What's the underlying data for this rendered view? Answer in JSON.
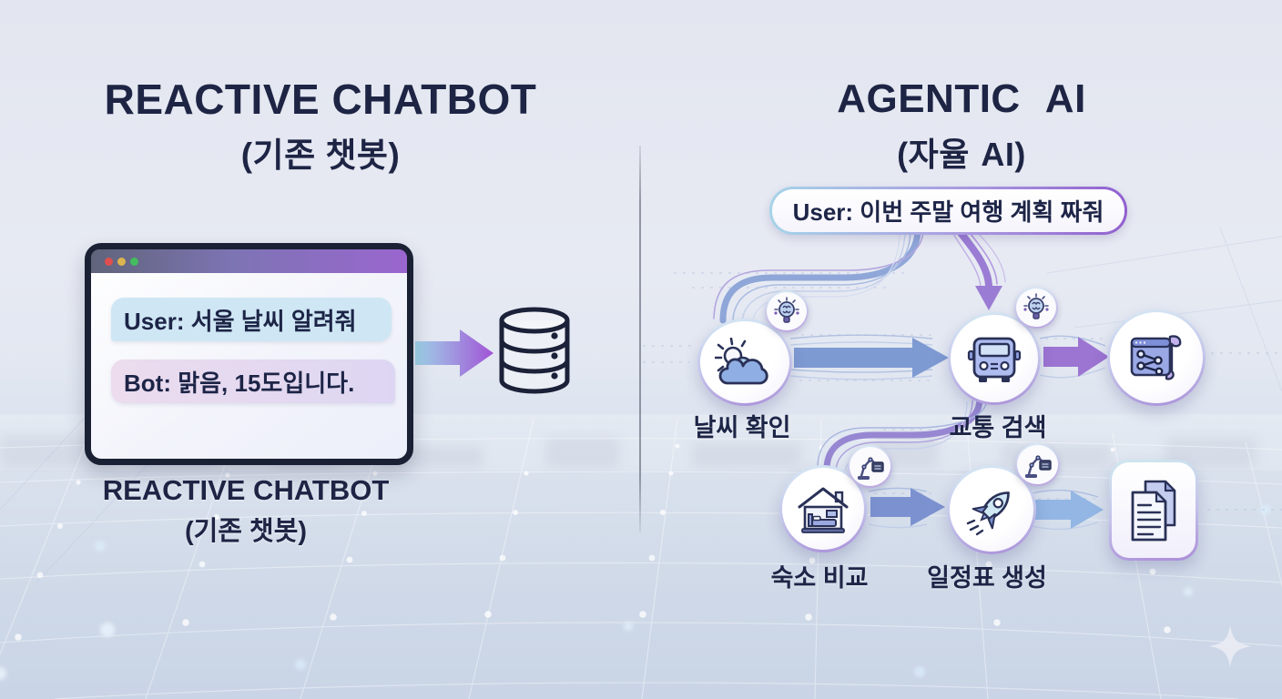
{
  "left_panel": {
    "title": "REACTIVE CHATBOT",
    "subtitle": "(기존 챗봇)",
    "chat_window": {
      "traffic_lights": [
        "red",
        "yellow",
        "green"
      ],
      "user_message": "User: 서울 날씨 알려줘",
      "bot_message": "Bot: 맑음, 15도입니다."
    },
    "caption": {
      "title": "REACTIVE CHATBOT",
      "subtitle": "(기존 챗봇)"
    },
    "database_icon": "database-icon",
    "arrow": {
      "direction": "right",
      "from": "chat-window",
      "to": "database"
    }
  },
  "right_panel": {
    "title": "AGENTIC AI",
    "subtitle": "(자율 AI)",
    "user_query": "User: 이번 주말 여행 계획 짜줘",
    "nodes": [
      {
        "id": "weather-check",
        "label": "날씨 확인",
        "icon": "sun-cloud-icon",
        "badge": "ai-bulb-icon"
      },
      {
        "id": "transport-search",
        "label": "교통 검색",
        "icon": "bus-icon",
        "badge": "ai-bulb-icon"
      },
      {
        "id": "route-map",
        "label": "",
        "icon": "route-map-icon",
        "badge": null
      },
      {
        "id": "lodging-compare",
        "label": "숙소 비교",
        "icon": "house-bed-icon",
        "badge": "robot-arm-icon"
      },
      {
        "id": "itinerary-create",
        "label": "일정표 생성",
        "icon": "rocket-icon",
        "badge": "robot-arm-icon"
      },
      {
        "id": "documents",
        "label": "",
        "icon": "documents-icon",
        "badge": null
      }
    ],
    "flows": [
      {
        "from": "user-query",
        "to": "weather-check"
      },
      {
        "from": "user-query",
        "to": "transport-search"
      },
      {
        "from": "weather-check",
        "to": "transport-search"
      },
      {
        "from": "transport-search",
        "to": "route-map"
      },
      {
        "from": "transport-search",
        "to": "lodging-compare"
      },
      {
        "from": "lodging-compare",
        "to": "itinerary-create"
      },
      {
        "from": "itinerary-create",
        "to": "documents"
      }
    ]
  },
  "decor": {
    "sparkle_icon": "sparkle-icon",
    "background": "network-mesh"
  },
  "colors": {
    "title_navy": "#1d2444",
    "icon_outline": "#2a3157",
    "accent_purple": "#9a66cf",
    "arrow_blue": "#7e9ad2",
    "arrow_light_blue": "#93b6e4",
    "user_bubble_blue": "#cfe7f4",
    "bot_bubble_lavender": "#e4d9f0",
    "traffic_red": "#e04f4f",
    "traffic_yellow": "#ddb54f",
    "traffic_green": "#43bd5e"
  }
}
